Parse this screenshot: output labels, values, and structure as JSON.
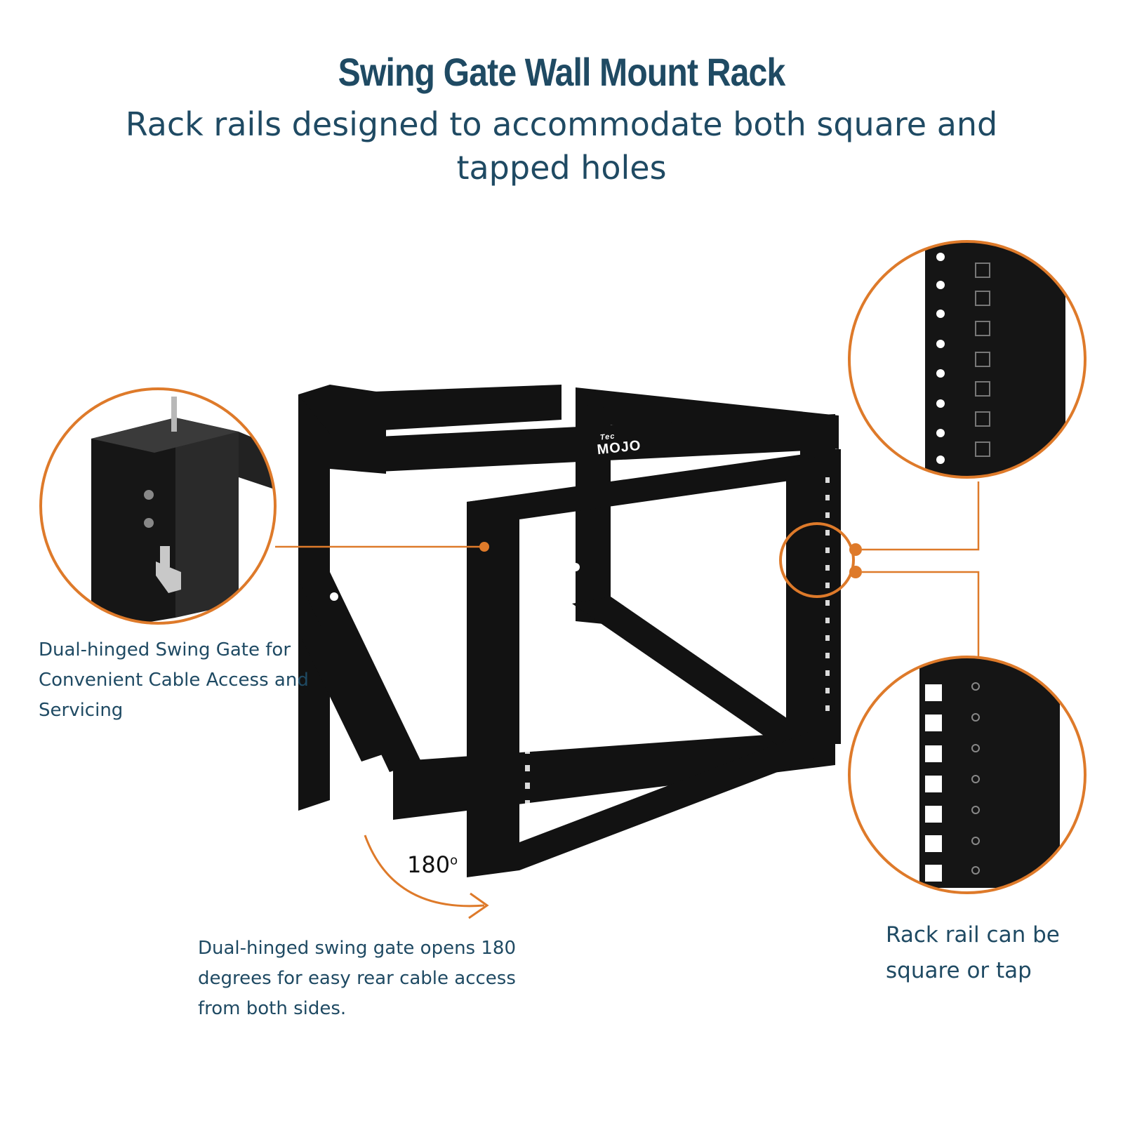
{
  "header": {
    "title": "Swing Gate Wall Mount Rack",
    "subtitle": "Rack rails designed to accommodate both square and tapped holes"
  },
  "callouts": {
    "left": "Dual-hinged Swing Gate for Convenient Cable Access and Servicing",
    "bottom": "Dual-hinged swing gate opens 180 degrees for easy rear cable access from both sides.",
    "right": "Rack rail can be square or tap"
  },
  "rotation": {
    "value": "180",
    "unit": "o"
  },
  "logo": {
    "brand": "MOJO",
    "prefix": "Tec"
  },
  "colors": {
    "accent": "#de7a2a",
    "text": "#1f4a63",
    "frame": "#111111"
  }
}
